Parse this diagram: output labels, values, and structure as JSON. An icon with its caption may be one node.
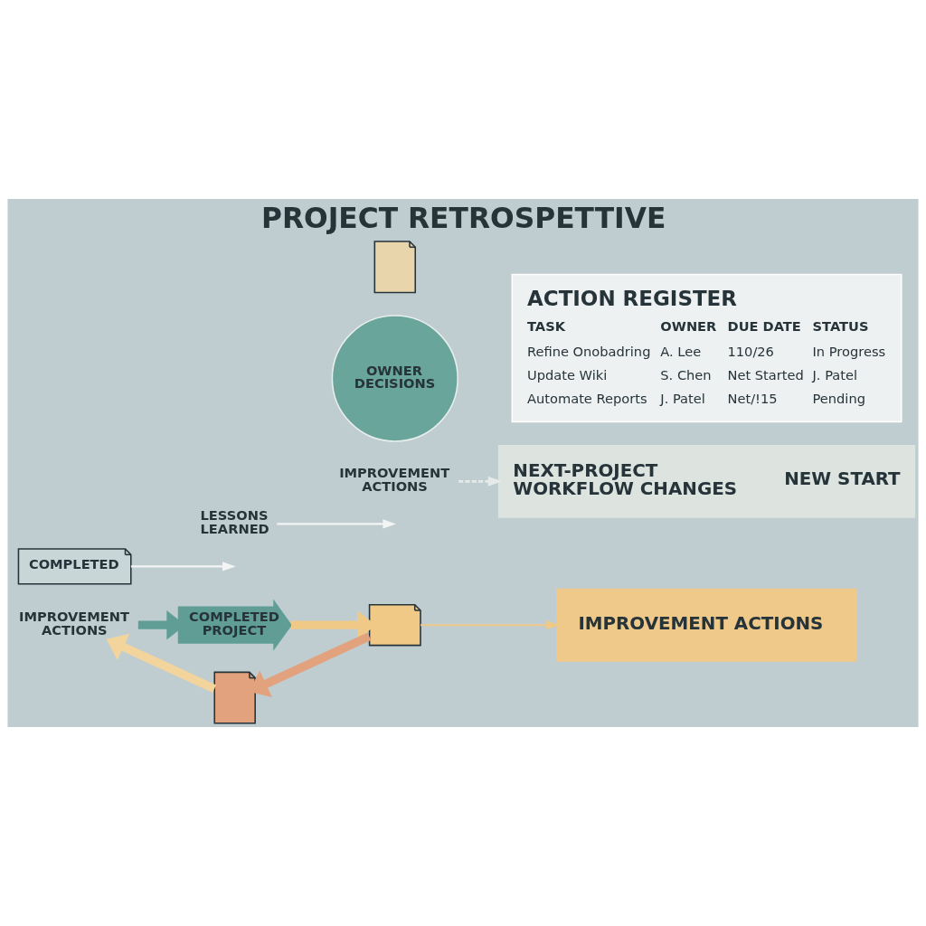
{
  "diagram": {
    "title": "PROJECT RETROSPETTIVE",
    "nodes": [
      {
        "text": [
          "COMPLETED"
        ]
      },
      {
        "text": [
          "COMPLETED PROJECT"
        ]
      },
      {
        "text": [],
        "shape": "picture"
      },
      {
        "text": [
          "LESSONS LEARNED"
        ]
      },
      {
        "text": [],
        "shape": "picture"
      },
      {
        "text": [
          "OWNER DECISIONS"
        ]
      },
      {
        "text": [
          "IMPROVEMENT ACTIONS"
        ]
      },
      {
        "text": [],
        "shape": "picture"
      },
      {
        "text": [
          "IMPROVEMENT ACTIONS"
        ]
      },
      {
        "text": [
          "ACTION REGISTER",
          "TASK",
          "OWNER",
          "DUE DATE",
          "STATUS",
          "Refine Onobadring",
          "A. Lee",
          "110/26",
          "In Progress",
          "Update Wiki",
          "S. Chen",
          "Net Started",
          "J. Patel",
          "Automate Reports",
          "J. Patel",
          "Net/!15",
          "Pending"
        ]
      },
      {
        "text": [
          "IMPROVEMENT ACTIONS"
        ]
      },
      {
        "text": [
          "NEXT-PROJECT WORKFLOW CHANGES",
          "NEW START"
        ]
      }
    ],
    "edges": [
      {
        "from": 8,
        "to": 1,
        "arrow": "to",
        "style": "thick",
        "color": "#5f9d95"
      },
      {
        "from": 1,
        "to": 4,
        "arrow": "to",
        "style": "thick",
        "color": "#f0c987"
      },
      {
        "from": 4,
        "to": 7,
        "arrow": "to",
        "style": "thick",
        "color": "#e3a27e"
      },
      {
        "from": 7,
        "to": 8,
        "arrow": "to",
        "style": "thick",
        "color": "#f2d49c"
      },
      {
        "from": 0,
        "to": null,
        "arrow": "to",
        "color": "#f3f5f4"
      },
      {
        "from": 3,
        "to": null,
        "arrow": "to",
        "color": "#f3f5f4"
      },
      {
        "from": 4,
        "to": 10,
        "arrow": "to",
        "color": "#f0c987"
      },
      {
        "from": 6,
        "to": 11,
        "arrow": "to",
        "style": "dashed",
        "color": "#e6ebe9"
      }
    ]
  }
}
